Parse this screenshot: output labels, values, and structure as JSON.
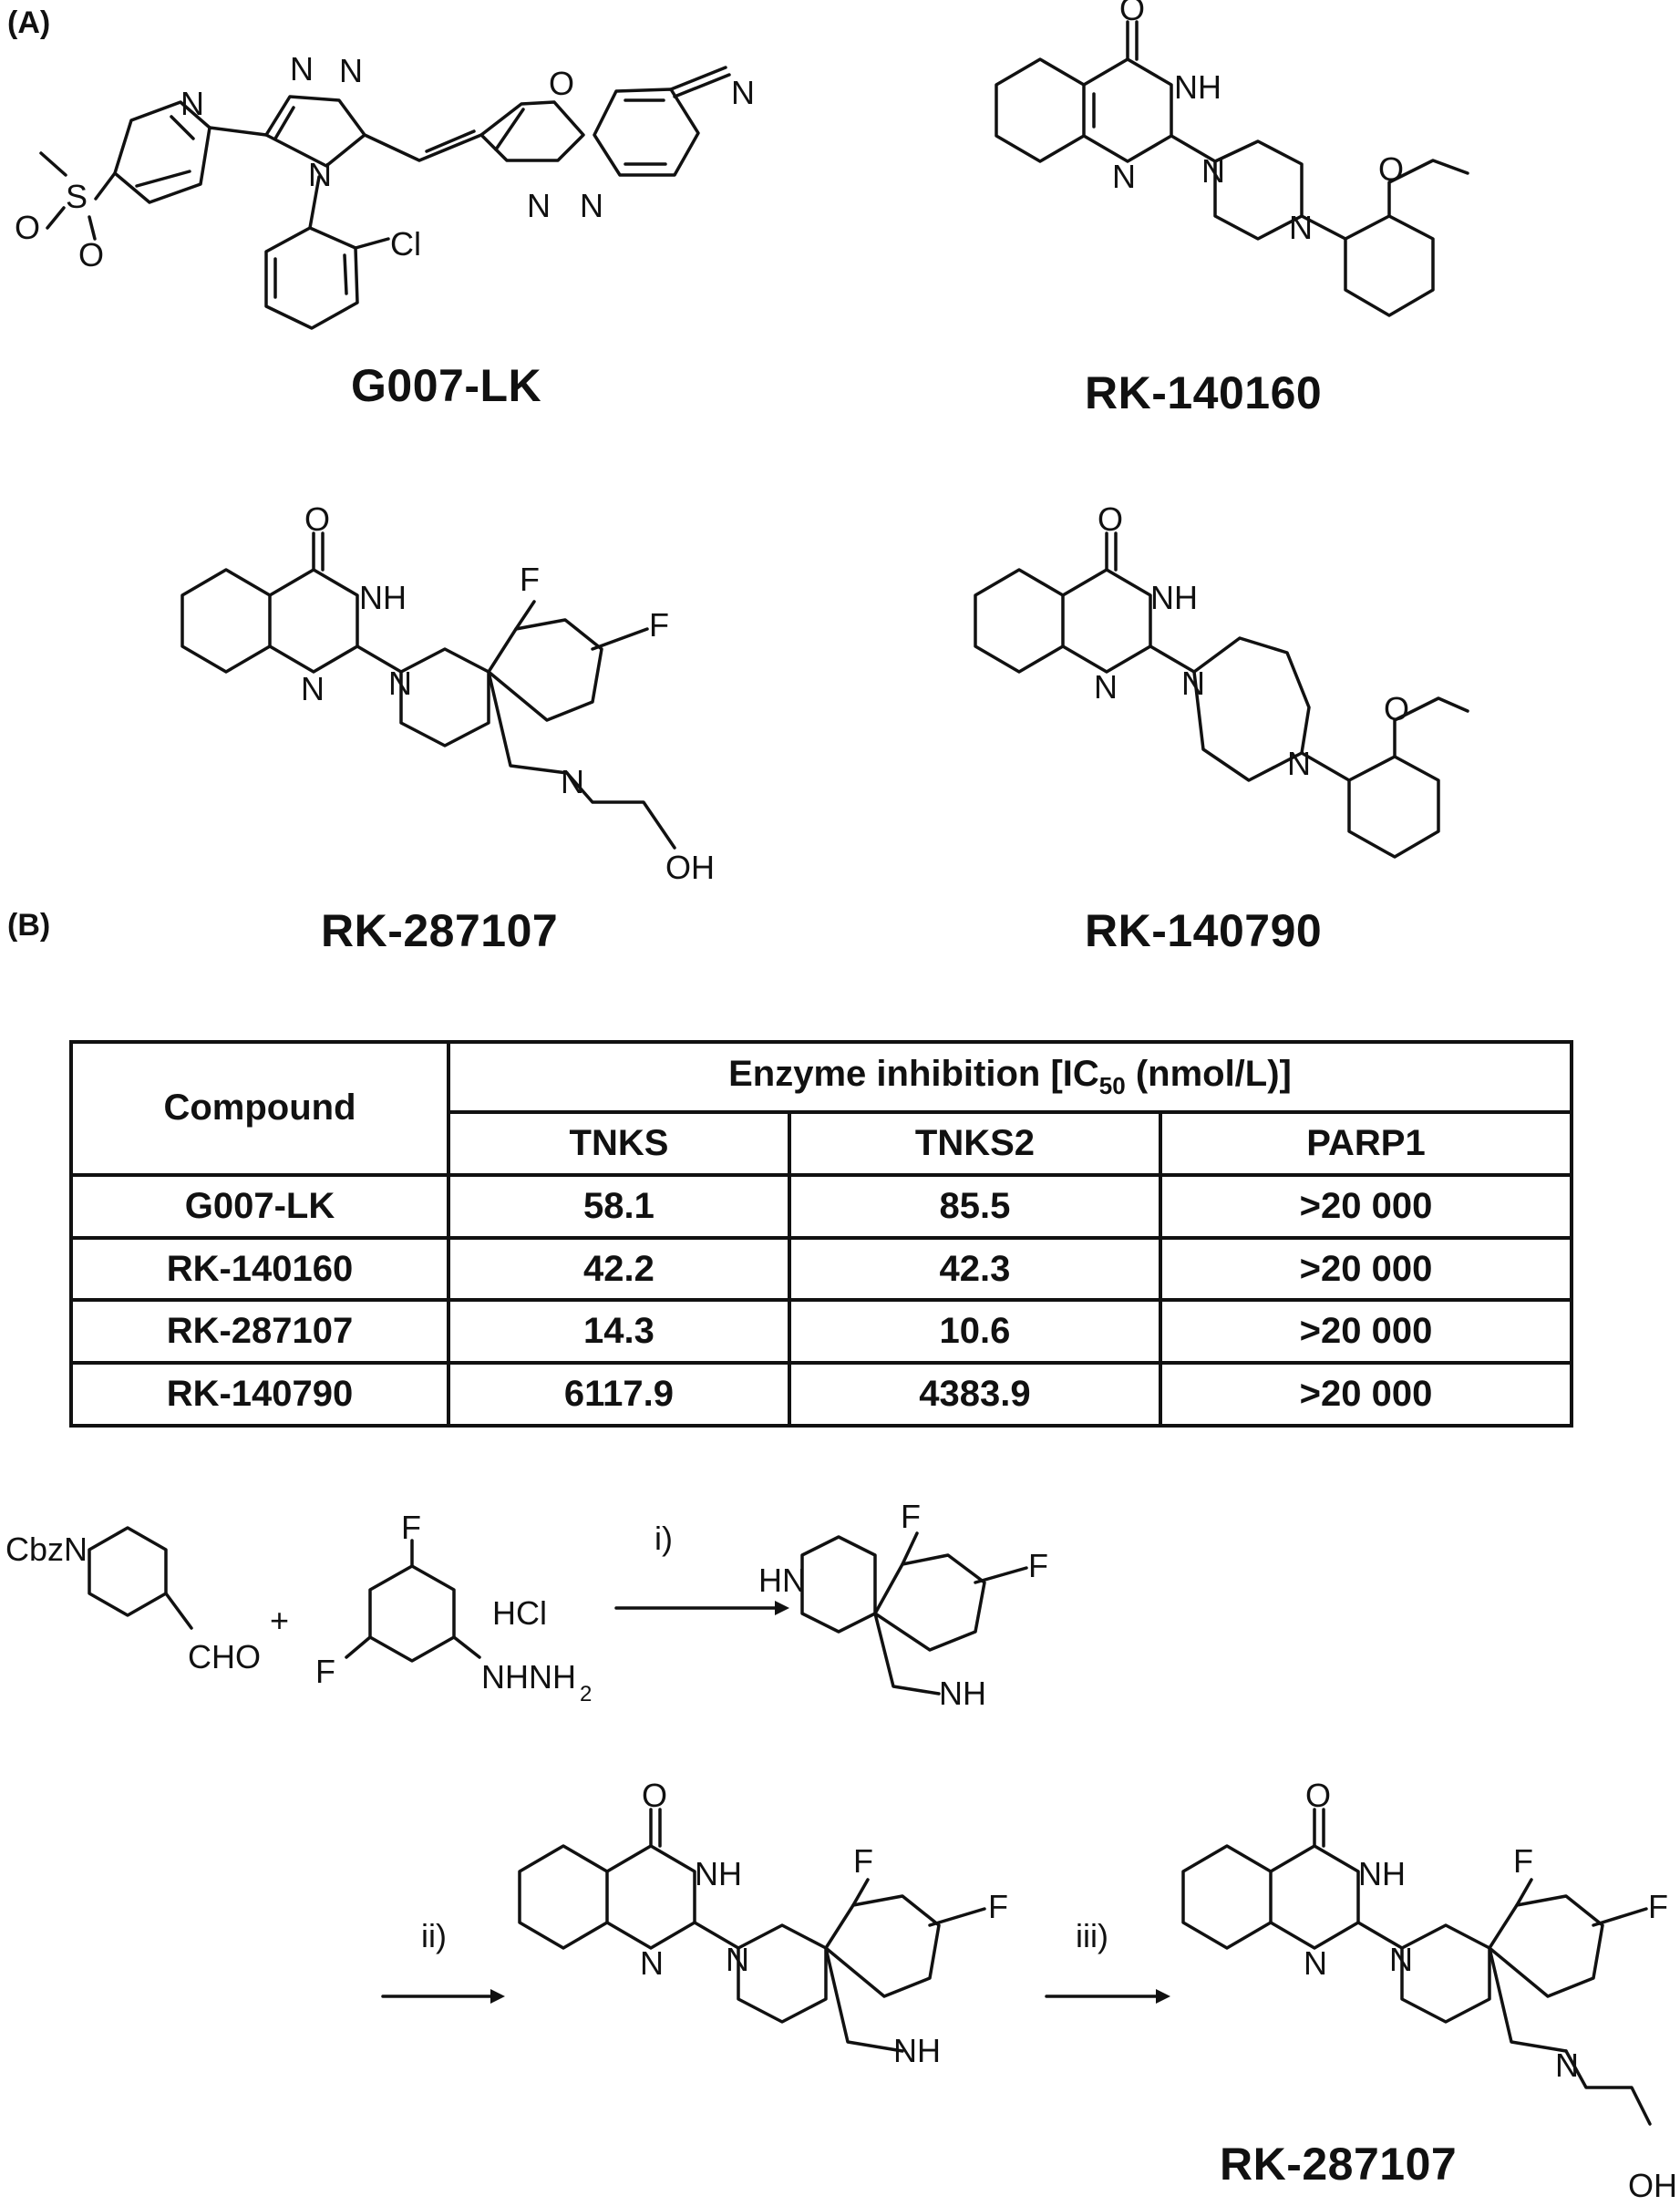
{
  "panels": {
    "a": "(A)",
    "b": "(B)"
  },
  "compounds": {
    "g007": "G007-LK",
    "rk140160": "RK-140160",
    "rk287107": "RK-287107",
    "rk140790": "RK-140790",
    "product": "RK-287107"
  },
  "table": {
    "compound_header": "Compound",
    "group_header_prefix": "Enzyme inhibition [IC",
    "group_header_sub": "50",
    "group_header_suffix": " (nmol/L)]",
    "columns": [
      "TNKS",
      "TNKS2",
      "PARP1"
    ],
    "rows": [
      {
        "compound": "G007-LK",
        "tnks": "58.1",
        "tnks2": "85.5",
        "parp1": ">20 000"
      },
      {
        "compound": "RK-140160",
        "tnks": "42.2",
        "tnks2": "42.3",
        "parp1": ">20 000"
      },
      {
        "compound": "RK-287107",
        "tnks": "14.3",
        "tnks2": "10.6",
        "parp1": ">20 000"
      },
      {
        "compound": "RK-140790",
        "tnks": "6117.9",
        "tnks2": "4383.9",
        "parp1": ">20 000"
      }
    ]
  },
  "synthesis": {
    "step1": "i)",
    "step2": "ii)",
    "step3": "iii)",
    "plus": "+",
    "hcl": "HCl"
  },
  "atoms": {
    "N": "N",
    "O": "O",
    "S": "S",
    "F": "F",
    "Cl": "Cl",
    "NH": "NH",
    "HN": "HN",
    "OH": "OH",
    "Cbz": "CbzN",
    "CHO": "CHO",
    "NHNH2": "NHNH"
  }
}
